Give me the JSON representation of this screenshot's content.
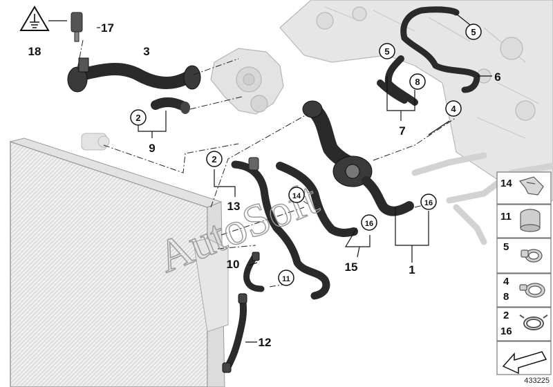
{
  "diagram": {
    "callouts": {
      "c1": "1",
      "c2a": "2",
      "c2b": "2",
      "c3": "3",
      "c4": "4",
      "c5a": "5",
      "c5b": "5",
      "c6": "6",
      "c7": "7",
      "c8": "8",
      "c9": "9",
      "c10": "10",
      "c11": "11",
      "c12": "12",
      "c13": "13",
      "c14": "14",
      "c15": "15",
      "c16a": "16",
      "c16b": "16",
      "c17": "17",
      "c18": "18"
    },
    "legend": [
      {
        "label": "14",
        "icon": "clip-icon"
      },
      {
        "label": "11",
        "icon": "connector-icon"
      },
      {
        "label": "5",
        "icon": "hose-clamp-icon"
      },
      {
        "label": "4\n8",
        "icon": "band-clamp-icon"
      },
      {
        "label": "2\n16",
        "icon": "spring-clamp-icon"
      },
      {
        "label": "",
        "icon": "arrow-icon"
      }
    ],
    "watermark": "AutoSoft",
    "image_number": "433225",
    "warning_symbol": "ground-warning-icon"
  }
}
